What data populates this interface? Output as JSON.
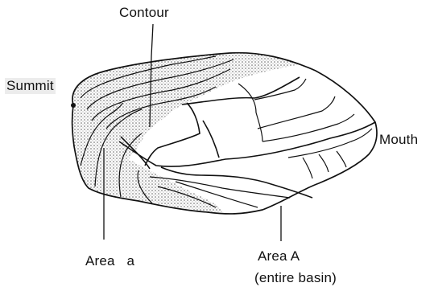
{
  "labels": {
    "contour": "Contour",
    "summit": "Summit",
    "mouth": "Mouth",
    "area_a": "Area   a",
    "area_A": "Area A",
    "entire_basin": "(entire basin)"
  },
  "colors": {
    "line": "#111111",
    "stipple": "#555555",
    "background": "#ffffff",
    "summit_highlight": "#ececec"
  },
  "icons": {
    "summit_marker": "dot-icon"
  }
}
